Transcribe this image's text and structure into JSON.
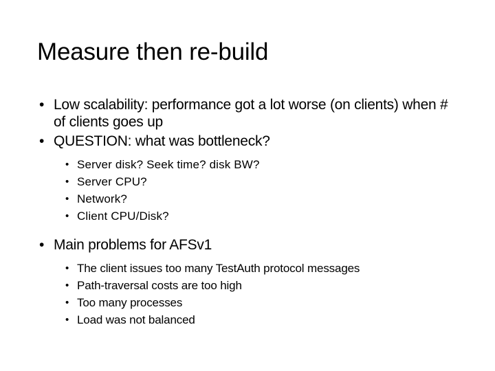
{
  "slide": {
    "title": "Measure then re-build",
    "bullet_glyph": "•",
    "text_color": "#000000",
    "background_color": "#ffffff",
    "content": [
      {
        "level": 1,
        "text": "Low scalability: performance got a lot worse (on clients) when # of clients goes up"
      },
      {
        "level": 1,
        "text": "QUESTION: what was bottleneck?"
      },
      {
        "level": 2,
        "text": "Server disk? Seek time? disk BW?"
      },
      {
        "level": 2,
        "text": "Server CPU?"
      },
      {
        "level": 2,
        "text": "Network?"
      },
      {
        "level": 2,
        "text": "Client CPU/Disk?"
      },
      {
        "level": 1,
        "text": "Main problems for AFSv1"
      },
      {
        "level": 2,
        "text": "The client issues too many TestAuth protocol messages"
      },
      {
        "level": 2,
        "text": "Path-traversal costs are too high"
      },
      {
        "level": 2,
        "text": "Too many processes"
      },
      {
        "level": 2,
        "text": "Load was not balanced"
      }
    ]
  }
}
